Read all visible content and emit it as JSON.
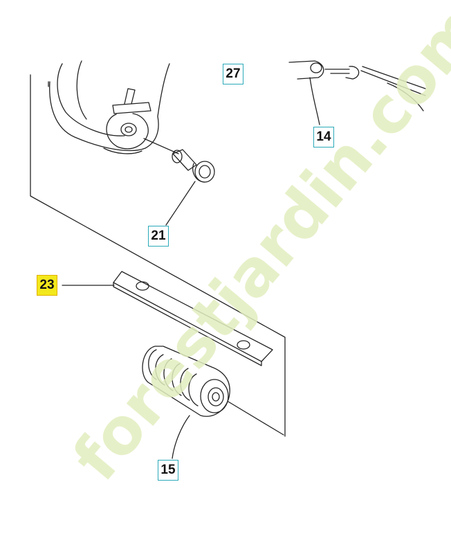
{
  "diagram": {
    "callouts": [
      {
        "id": "27",
        "label": "27",
        "highlighted": false
      },
      {
        "id": "14",
        "label": "14",
        "highlighted": false
      },
      {
        "id": "21",
        "label": "21",
        "highlighted": false
      },
      {
        "id": "23",
        "label": "23",
        "highlighted": true
      },
      {
        "id": "15",
        "label": "15",
        "highlighted": false
      }
    ],
    "watermark": {
      "text": "forestjardin.com",
      "color_main": "#e2edbe",
      "color_accent": "#f8d9a8"
    }
  },
  "colors": {
    "callout_border": "#2aa9b8",
    "highlight_fill": "#f3e81c",
    "line": "#222222"
  }
}
